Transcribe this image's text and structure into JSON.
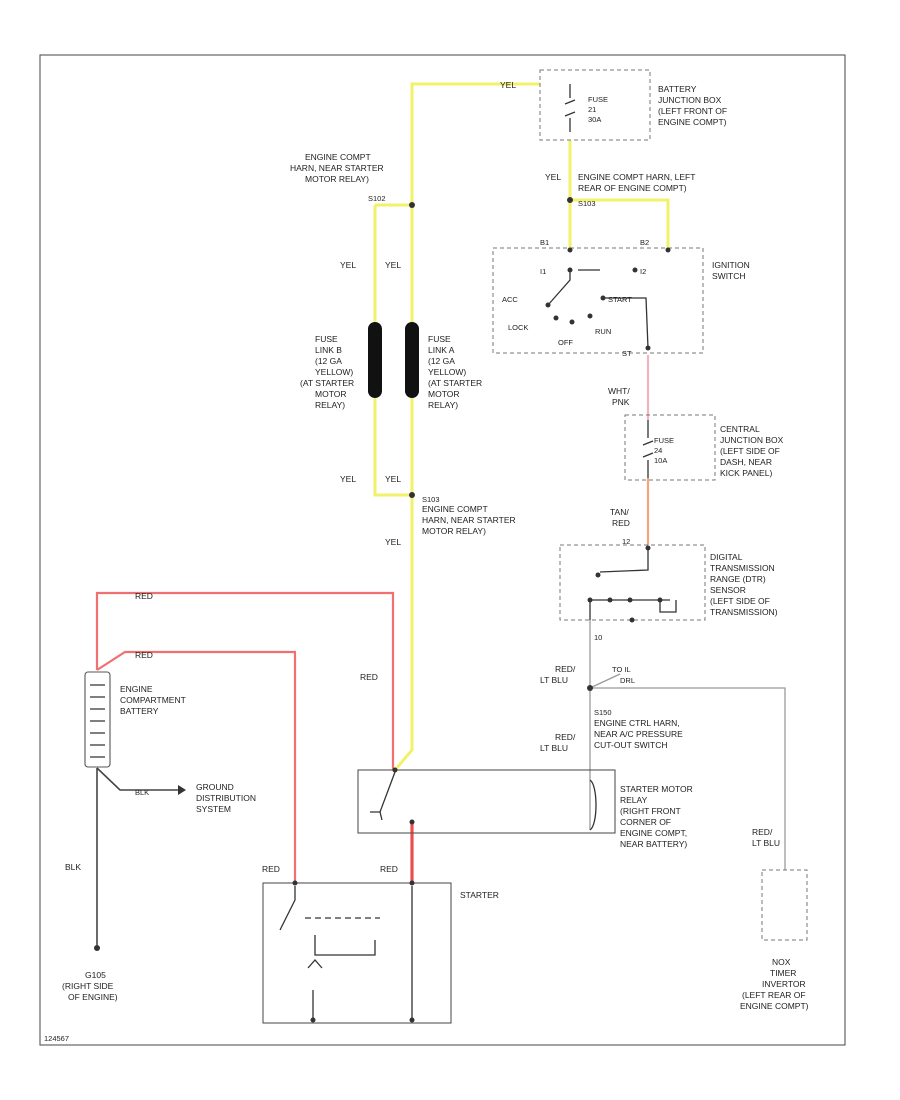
{
  "components": {
    "battery_junction_box": [
      "BATTERY",
      "JUNCTION BOX",
      "(LEFT FRONT OF",
      "ENGINE COMPT)"
    ],
    "fuse_21": [
      "FUSE",
      "21",
      "30A"
    ],
    "harn_left_rear": [
      "ENGINE COMPT HARN, LEFT",
      "REAR OF ENGINE COMPT)"
    ],
    "splice_top": "S103",
    "harn_near_starter_top": [
      "ENGINE COMPT",
      "HARN, NEAR STARTER",
      "MOTOR RELAY)"
    ],
    "splice_mid": "S102",
    "ignition_switch": [
      "IGNITION",
      "SWITCH"
    ],
    "ign_positions": [
      "ACC",
      "LOCK",
      "START",
      "RUN",
      "OFF"
    ],
    "ign_pins": [
      "B1",
      "B2",
      "I1",
      "I2",
      "ST"
    ],
    "fuse_link_b": [
      "FUSE",
      "LINK B",
      "(12 GA",
      "YELLOW)",
      "(AT STARTER",
      "MOTOR",
      "RELAY)"
    ],
    "fuse_link_a": [
      "FUSE",
      "LINK A",
      "(12 GA",
      "YELLOW)",
      "(AT STARTER",
      "MOTOR",
      "RELAY)"
    ],
    "fuse_24": [
      "FUSE",
      "24",
      "10A"
    ],
    "central_junction_box": [
      "CENTRAL",
      "JUNCTION BOX",
      "(LEFT SIDE OF",
      "DASH, NEAR",
      "KICK PANEL)"
    ],
    "splice_bottom": "S103",
    "harn_near_starter_bottom": [
      "ENGINE COMPT",
      "HARN, NEAR STARTER",
      "MOTOR RELAY)"
    ],
    "dtr_sensor": [
      "DIGITAL",
      "TRANSMISSION",
      "RANGE (DTR)",
      "SENSOR",
      "(LEFT SIDE OF",
      "TRANSMISSION)"
    ],
    "dtr_pins": [
      "10",
      "12"
    ],
    "to_label": [
      "TO IL",
      "DRL"
    ],
    "splice_s150": "S150",
    "harn_ac_pressure": [
      "ENGINE CTRL HARN,",
      "NEAR A/C PRESSURE",
      "CUT-OUT SWITCH"
    ],
    "battery": [
      "ENGINE",
      "COMPARTMENT",
      "BATTERY"
    ],
    "ground_distribution": [
      "GROUND",
      "DISTRIBUTION",
      "SYSTEM"
    ],
    "starter_motor_relay": [
      "STARTER MOTOR",
      "RELAY",
      "(RIGHT FRONT",
      "CORNER OF",
      "ENGINE COMPT,",
      "NEAR BATTERY)"
    ],
    "starter": "STARTER",
    "ground_g105": [
      "G105",
      "(RIGHT SIDE",
      "OF ENGINE)"
    ],
    "nox_timer": [
      "NOX",
      "TIMER",
      "INVERTOR",
      "(LEFT REAR OF",
      "ENGINE COMPT)"
    ],
    "figure_id": "124567"
  },
  "wires": {
    "yel": "YEL",
    "red": "RED",
    "blk": "BLK",
    "wht_pnk": [
      "WHT/",
      "PNK"
    ],
    "tan_red": [
      "TAN/",
      "RED"
    ],
    "red_lt_blu": [
      "RED/",
      "LT BLU"
    ]
  },
  "colors": {
    "yellow_wire": "#f2f26a",
    "red_wire": "#f07070",
    "pink_wire": "#f4b3c2",
    "orange_wire": "#f5a47a",
    "black_wire": "#444444",
    "gray_wire": "#9a9a9a"
  }
}
